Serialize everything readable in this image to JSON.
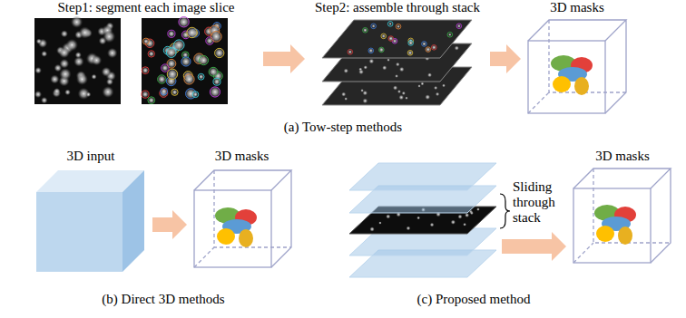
{
  "diagram": {
    "nodes": [
      {
        "text": [
          "Step1: segment each image slice"
        ]
      },
      {
        "text": [
          "Step2: assemble through stack"
        ]
      },
      {
        "text": [
          "3D masks"
        ]
      },
      {
        "text": [
          "3D input"
        ]
      },
      {
        "text": [
          "3D masks"
        ]
      },
      {
        "text": [
          "Sliding through stack"
        ]
      },
      {
        "text": [
          "3D masks"
        ]
      }
    ],
    "edges": [
      {
        "from": 0,
        "to": 1,
        "arrow": "to"
      },
      {
        "from": 1,
        "to": 2,
        "arrow": "to"
      },
      {
        "from": 3,
        "to": 4,
        "arrow": "to"
      },
      {
        "from": 5,
        "to": 6,
        "arrow": "to"
      }
    ],
    "labels": [
      "(a) Tow-step methods",
      "(b) Direct 3D methods",
      "(c) Proposed method"
    ]
  }
}
